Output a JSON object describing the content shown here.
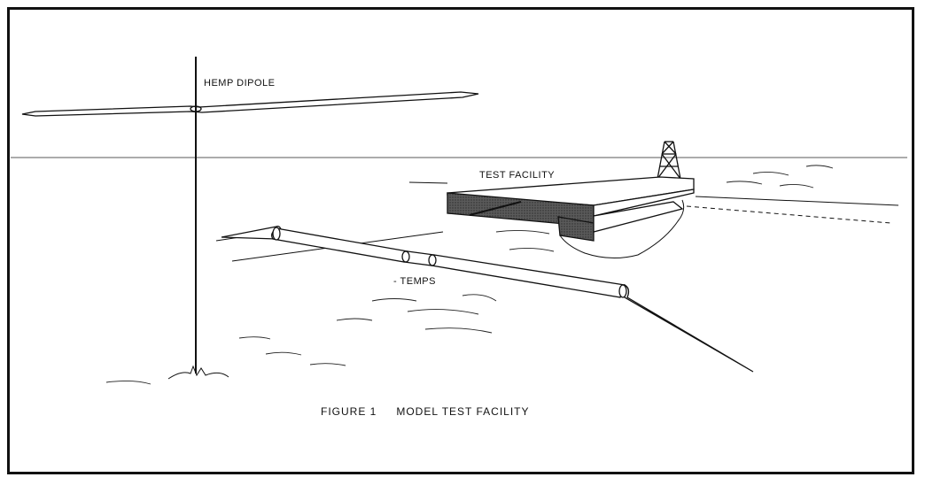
{
  "figure": {
    "number_label": "FIGURE 1",
    "title": "MODEL TEST FACILITY"
  },
  "labels": {
    "dipole": "HEMP DIPOLE",
    "facility": "TEST FACILITY",
    "temps": "- TEMPS"
  },
  "colors": {
    "ink": "#111111",
    "platform_shade": "#4a4a4a",
    "background": "#ffffff"
  }
}
